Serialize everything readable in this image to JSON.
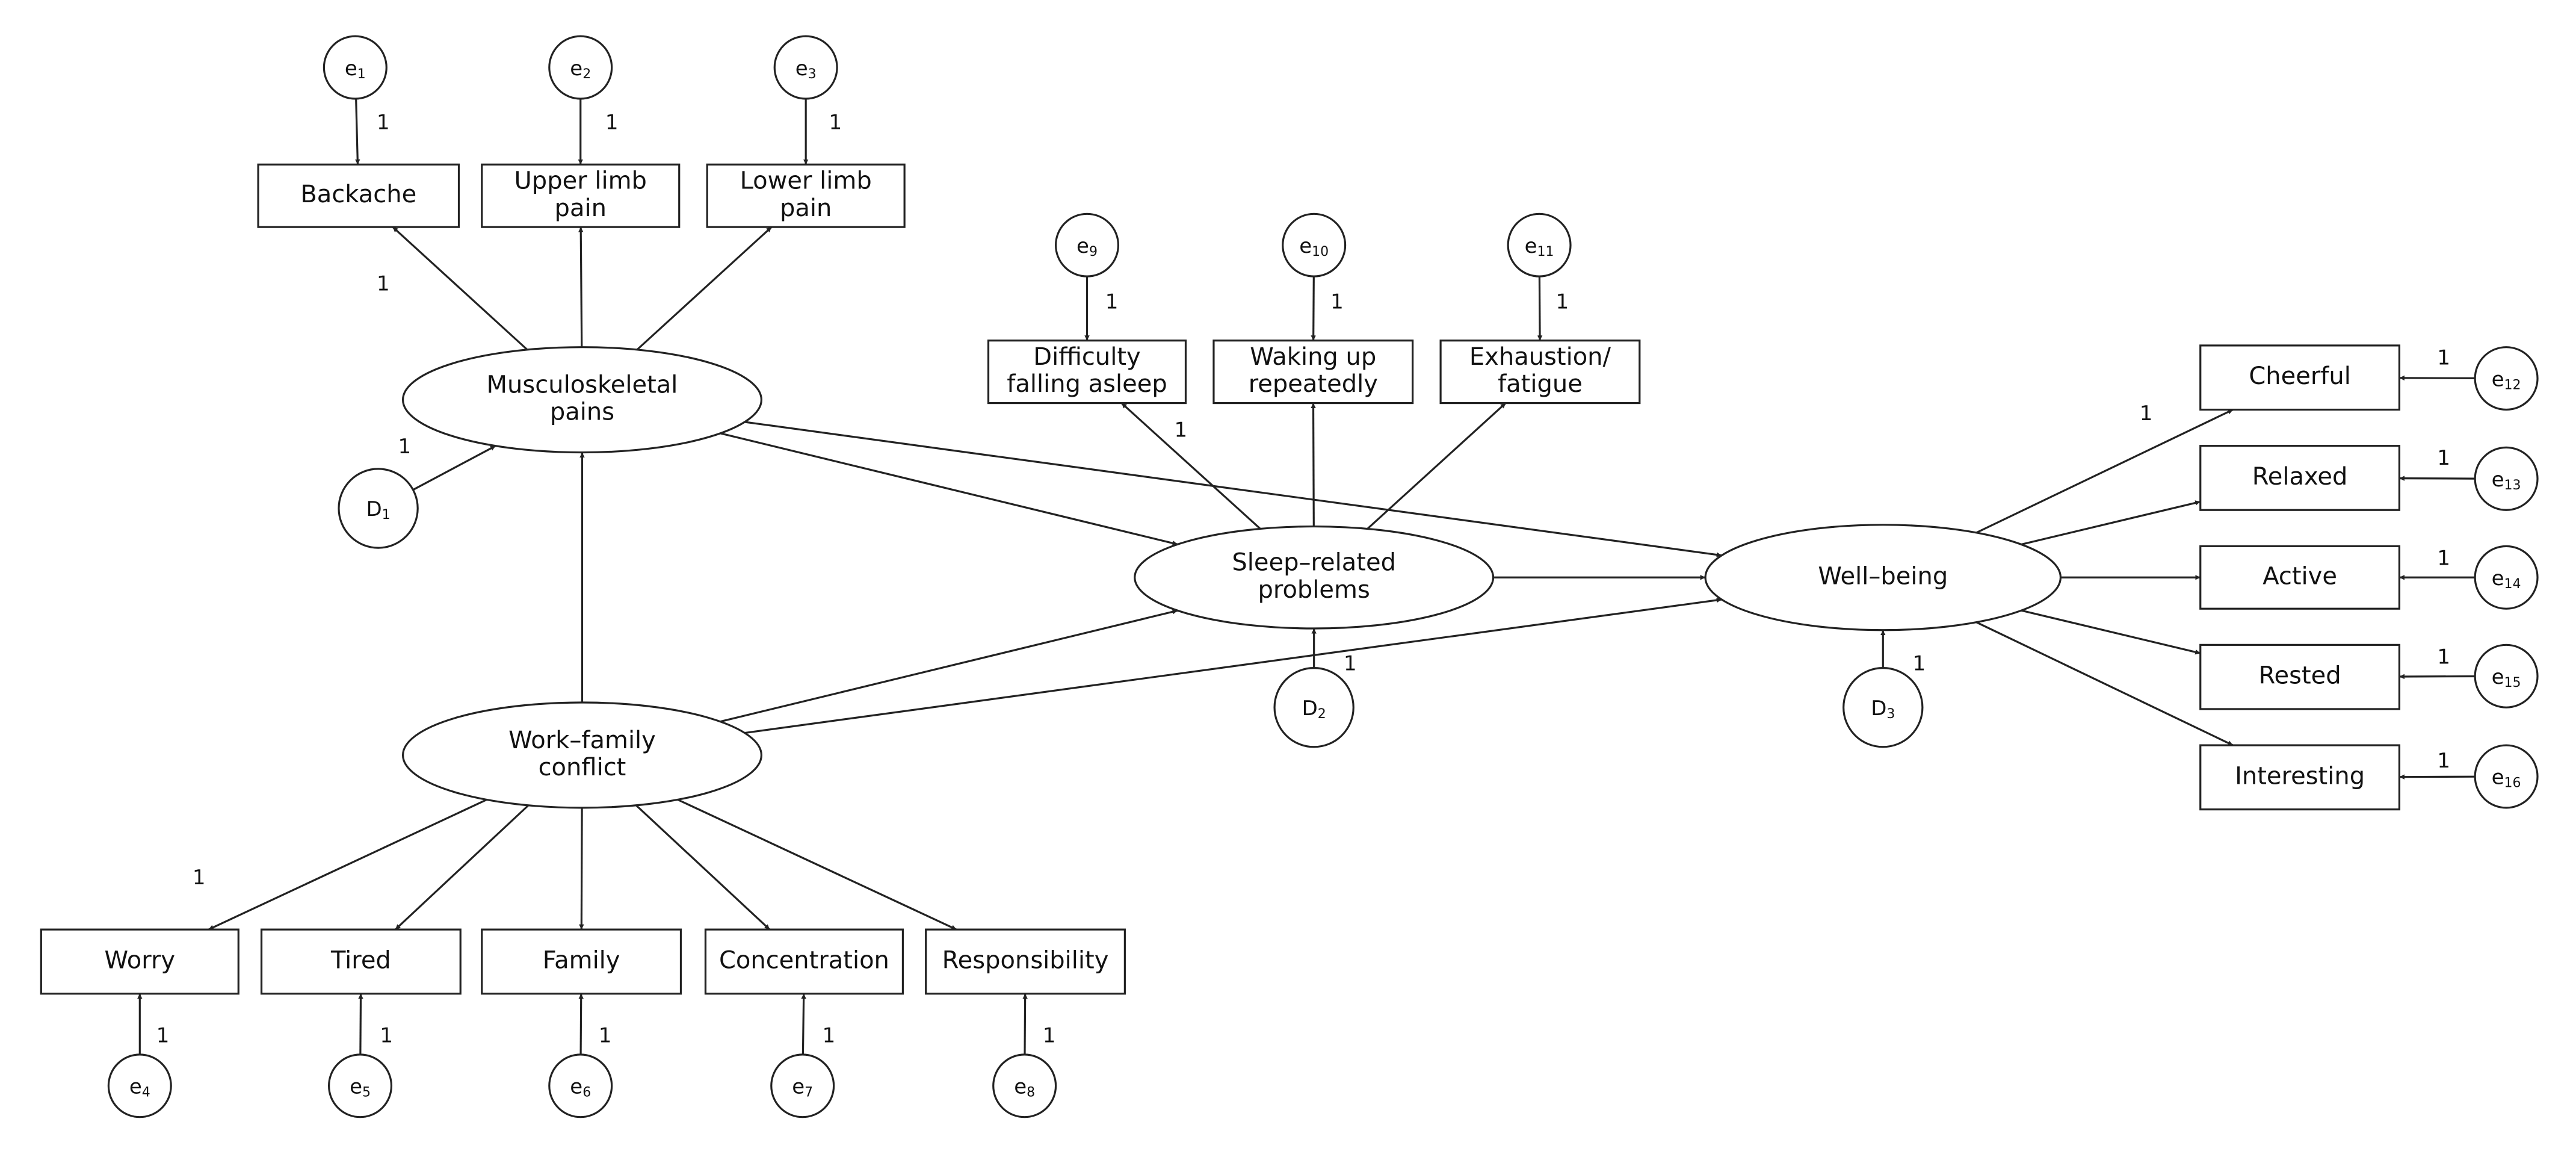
{
  "latents": {
    "musculoskeletal": [
      "Musculoskeletal",
      "pains"
    ],
    "sleep": [
      "Sleep–related",
      "problems"
    ],
    "wellbeing": [
      "Well–being"
    ],
    "workfamily": [
      "Work–family",
      "conflict"
    ]
  },
  "indicators": {
    "backache": [
      "Backache"
    ],
    "upper_limb": [
      "Upper limb",
      "pain"
    ],
    "lower_limb": [
      "Lower limb",
      "pain"
    ],
    "difficulty": [
      "Difficulty",
      "falling asleep"
    ],
    "waking": [
      "Waking up",
      "repeatedly"
    ],
    "exhaustion": [
      "Exhaustion/",
      "fatigue"
    ],
    "cheerful": [
      "Cheerful"
    ],
    "relaxed": [
      "Relaxed"
    ],
    "active": [
      "Active"
    ],
    "rested": [
      "Rested"
    ],
    "interesting": [
      "Interesting"
    ],
    "worry": [
      "Worry"
    ],
    "tired": [
      "Tired"
    ],
    "family": [
      "Family"
    ],
    "concentration": [
      "Concentration"
    ],
    "responsibility": [
      "Responsibility"
    ]
  },
  "errors": {
    "e1": {
      "base": "e",
      "sub": "1"
    },
    "e2": {
      "base": "e",
      "sub": "2"
    },
    "e3": {
      "base": "e",
      "sub": "3"
    },
    "e4": {
      "base": "e",
      "sub": "4"
    },
    "e5": {
      "base": "e",
      "sub": "5"
    },
    "e6": {
      "base": "e",
      "sub": "6"
    },
    "e7": {
      "base": "e",
      "sub": "7"
    },
    "e8": {
      "base": "e",
      "sub": "8"
    },
    "e9": {
      "base": "e",
      "sub": "9"
    },
    "e10": {
      "base": "e",
      "sub": "10"
    },
    "e11": {
      "base": "e",
      "sub": "11"
    },
    "e12": {
      "base": "e",
      "sub": "12"
    },
    "e13": {
      "base": "e",
      "sub": "13"
    },
    "e14": {
      "base": "e",
      "sub": "14"
    },
    "e15": {
      "base": "e",
      "sub": "15"
    },
    "e16": {
      "base": "e",
      "sub": "16"
    },
    "d1": {
      "base": "D",
      "sub": "1"
    },
    "d2": {
      "base": "D",
      "sub": "2"
    },
    "d3": {
      "base": "D",
      "sub": "3"
    }
  },
  "fixed_loading": "1"
}
